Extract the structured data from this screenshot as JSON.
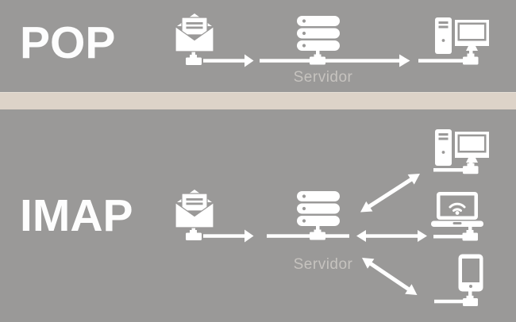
{
  "colors": {
    "background": "#9a9998",
    "divider": "#ddd3c8",
    "icon": "#ffffff",
    "title_text": "#fdfdfd",
    "muted_label": "#c6c3bf"
  },
  "pop": {
    "title": "POP",
    "server_label": "Servidor",
    "nodes": [
      "envelope-icon",
      "server-icon",
      "desktop-computer-icon"
    ],
    "connections": [
      {
        "from": "envelope",
        "to": "server",
        "direction": "one-way"
      },
      {
        "from": "server",
        "to": "desktop-computer",
        "direction": "one-way"
      }
    ]
  },
  "imap": {
    "title": "IMAP",
    "server_label": "Servidor",
    "nodes": [
      "envelope-icon",
      "server-icon",
      "desktop-computer-icon",
      "laptop-wifi-icon",
      "smartphone-icon"
    ],
    "connections": [
      {
        "from": "envelope",
        "to": "server",
        "direction": "one-way"
      },
      {
        "from": "server",
        "to": "desktop-computer",
        "direction": "two-way"
      },
      {
        "from": "server",
        "to": "laptop",
        "direction": "two-way"
      },
      {
        "from": "server",
        "to": "smartphone",
        "direction": "two-way"
      }
    ]
  }
}
